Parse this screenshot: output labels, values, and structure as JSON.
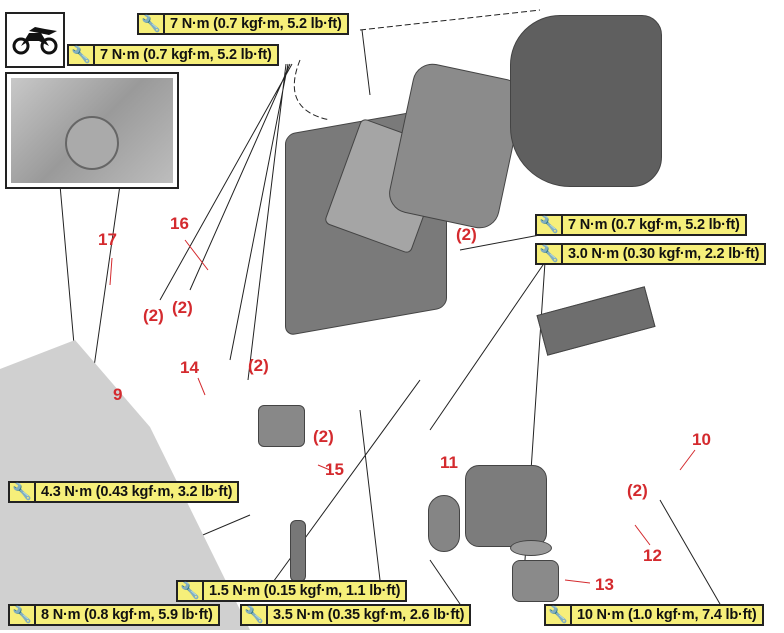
{
  "model_icon": "motorcycle-icon",
  "torque_labels": [
    {
      "id": "t1",
      "text": "7 N·m (0.7 kgf·m, 5.2 lb·ft)"
    },
    {
      "id": "t2",
      "text": "7 N·m (0.7 kgf·m, 5.2 lb·ft)"
    },
    {
      "id": "t3",
      "text": "7 N·m (0.7 kgf·m, 5.2 lb·ft)"
    },
    {
      "id": "t4",
      "text": "3.0 N·m (0.30 kgf·m, 2.2 lb·ft)"
    },
    {
      "id": "t5",
      "text": "4.3 N·m (0.43 kgf·m, 3.2 lb·ft)"
    },
    {
      "id": "t6",
      "text": "1.5 N·m (0.15 kgf·m, 1.1 lb·ft)"
    },
    {
      "id": "t7",
      "text": "8 N·m (0.8 kgf·m, 5.9 lb·ft)"
    },
    {
      "id": "t8",
      "text": "3.5 N·m (0.35 kgf·m, 2.6 lb·ft)"
    },
    {
      "id": "t9",
      "text": "10 N·m (1.0 kgf·m, 7.4 lb·ft)"
    }
  ],
  "callouts": [
    "17",
    "16",
    "(2)",
    "(2)",
    "(2)",
    "14",
    "9",
    "(2)",
    "15",
    "11",
    "10",
    "(2)",
    "12",
    "13",
    "(2)"
  ],
  "colors": {
    "label_bg": "#f6ef7a",
    "callout": "#d42a2e",
    "part": "#8c8c8c"
  }
}
